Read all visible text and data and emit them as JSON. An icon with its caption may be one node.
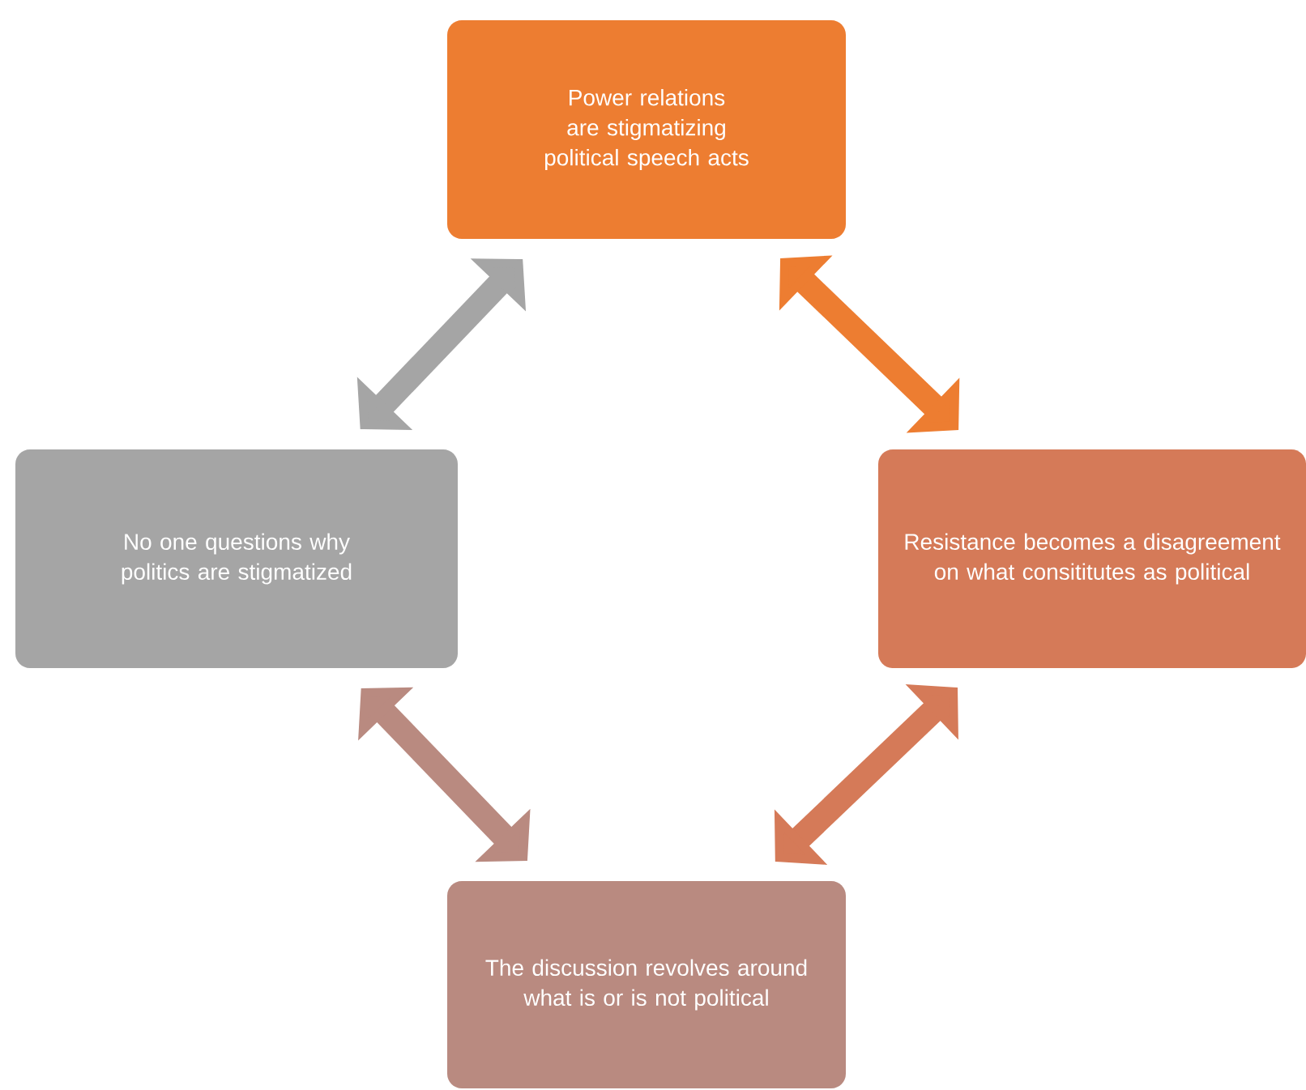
{
  "diagram": {
    "nodes": [
      {
        "text": [
          "Power relations are stigmatizing political speech acts"
        ]
      },
      {
        "text": [
          "No one questions why politics are stigmatized"
        ]
      },
      {
        "text": [
          "Resistance becomes a disagreement on what consititutes as political"
        ]
      },
      {
        "text": [
          "The discussion revolves around what is or is not political"
        ]
      }
    ],
    "edges": [
      {
        "from": 0,
        "to": 1,
        "arrow": "both",
        "color": "#a5a5a5"
      },
      {
        "from": 0,
        "to": 2,
        "arrow": "both",
        "color": "#ed7d31"
      },
      {
        "from": 2,
        "to": 3,
        "arrow": "both",
        "color": "#d57a58"
      },
      {
        "from": 1,
        "to": 3,
        "arrow": "both",
        "color": "#b98a80"
      }
    ]
  }
}
